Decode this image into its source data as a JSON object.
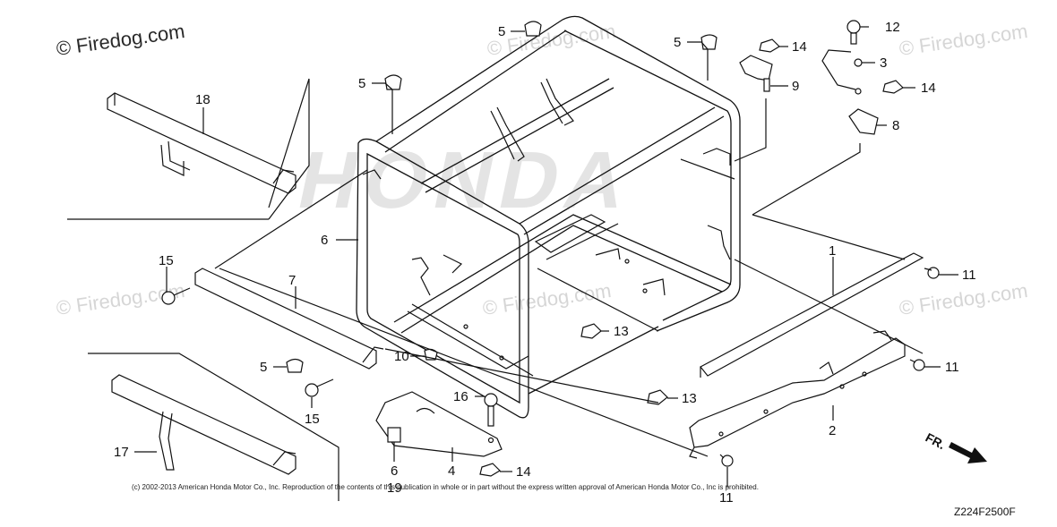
{
  "watermarks": {
    "top_left": "© Firedog.com",
    "top_center": "© Firedog.com",
    "top_right": "© Firedog.com",
    "mid_left": "© Firedog.com",
    "mid_center": "© Firedog.com",
    "mid_right": "© Firedog.com"
  },
  "callouts": [
    {
      "id": "c5a",
      "label": "5"
    },
    {
      "id": "c5b",
      "label": "5"
    },
    {
      "id": "c5c",
      "label": "5"
    },
    {
      "id": "c12",
      "label": "12"
    },
    {
      "id": "c14a",
      "label": "14"
    },
    {
      "id": "c3",
      "label": "3"
    },
    {
      "id": "c9",
      "label": "9"
    },
    {
      "id": "c14b",
      "label": "14"
    },
    {
      "id": "c8",
      "label": "8"
    },
    {
      "id": "c18",
      "label": "18"
    },
    {
      "id": "c6a",
      "label": "6"
    },
    {
      "id": "c1",
      "label": "1"
    },
    {
      "id": "c15a",
      "label": "15"
    },
    {
      "id": "c7",
      "label": "7"
    },
    {
      "id": "c11a",
      "label": "11"
    },
    {
      "id": "c13a",
      "label": "13"
    },
    {
      "id": "c10",
      "label": "10"
    },
    {
      "id": "c5d",
      "label": "5"
    },
    {
      "id": "c11b",
      "label": "11"
    },
    {
      "id": "c15b",
      "label": "15"
    },
    {
      "id": "c16",
      "label": "16"
    },
    {
      "id": "c13b",
      "label": "13"
    },
    {
      "id": "c2",
      "label": "2"
    },
    {
      "id": "c17",
      "label": "17"
    },
    {
      "id": "c6b",
      "label": "6"
    },
    {
      "id": "c4",
      "label": "4"
    },
    {
      "id": "c14c",
      "label": "14"
    },
    {
      "id": "c19",
      "label": "19"
    },
    {
      "id": "c11c",
      "label": "11"
    }
  ],
  "direction_marker": "FR.",
  "copyright": "(c) 2002-2013 American Honda Motor Co., Inc. Reproduction of the contents of this publication in whole or in part without the express written approval of American Honda Motor Co., Inc is prohibited.",
  "diagram_code": "Z224F2500F",
  "frame_emboss": "HONDA",
  "colors": {
    "line": "#111111",
    "watermark": "#d6d6d6",
    "background": "#ffffff"
  }
}
